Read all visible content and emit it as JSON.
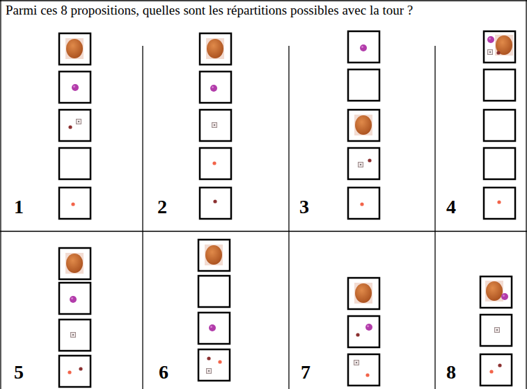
{
  "diagram": {
    "title": "Parmi ces 8 propositions, quelles sont les répartitions possibles avec la tour ?",
    "labels": [
      "1",
      "2",
      "3",
      "4",
      "5",
      "6",
      "7",
      "8"
    ]
  }
}
